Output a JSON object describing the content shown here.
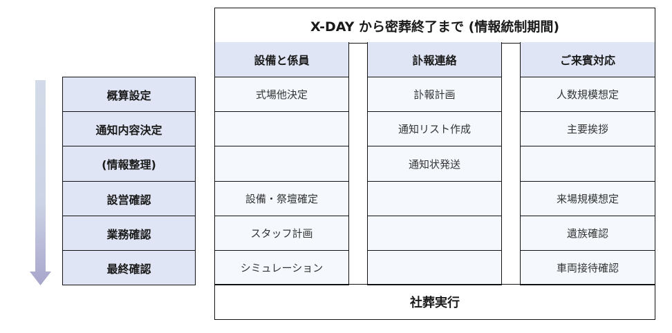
{
  "title": "X-DAY から密葬終了まで (情報統制期間)",
  "arrow": {
    "icon": "down-arrow-icon",
    "color_top": "#d3dbe9",
    "color_bottom": "#a7a5cb"
  },
  "steps": [
    {
      "label": "概算設定"
    },
    {
      "label": "通知内容決定"
    },
    {
      "label": "(情報整理)"
    },
    {
      "label": "設営確認"
    },
    {
      "label": "業務確認"
    },
    {
      "label": "最終確認"
    }
  ],
  "columns": [
    {
      "header": "設備と係員",
      "cells": [
        "式場他決定",
        "",
        "",
        "設備・祭壇確定",
        "スタッフ計画",
        "シミュレーション"
      ]
    },
    {
      "header": "訃報連絡",
      "cells": [
        "訃報計画",
        "通知リスト作成",
        "通知状発送",
        "",
        "",
        ""
      ]
    },
    {
      "header": "ご来賓対応",
      "cells": [
        "人数規模想定",
        "主要挨拶",
        "",
        "来場規模想定",
        "遺族確認",
        "車両接待確認"
      ]
    }
  ],
  "footer": "社葬実行",
  "colors": {
    "header_bg": "#dfe5f4",
    "cell_bg": "#f5f9fe",
    "border": "#111111"
  }
}
